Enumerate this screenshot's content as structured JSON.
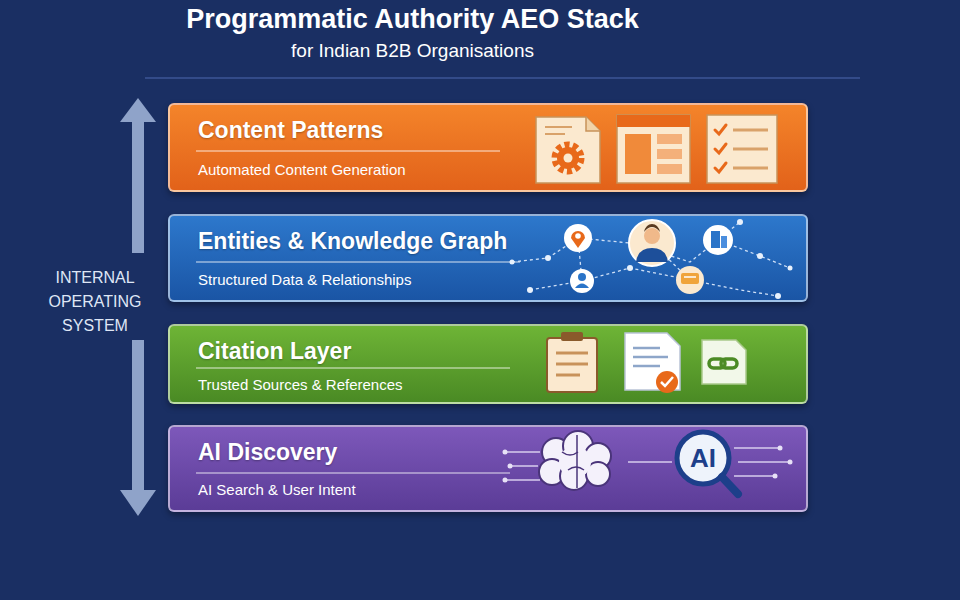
{
  "diagram": {
    "title": "Programmatic Authority AEO Stack",
    "nodes": [
      {
        "text": [
          "Content Patterns",
          "Automated Content Generation"
        ]
      },
      {
        "text": [
          "Entities & Knowledge Graph",
          "Structured Data & Relationships"
        ]
      },
      {
        "text": [
          "Citation Layer",
          "Trusted Sources & References"
        ]
      },
      {
        "text": [
          "AI Discovery",
          "AI Search & User Intent"
        ]
      }
    ],
    "labels": [
      "for Indian B2B Organisations",
      "INTERNAL OPERATING SYSTEM",
      "AI"
    ]
  }
}
